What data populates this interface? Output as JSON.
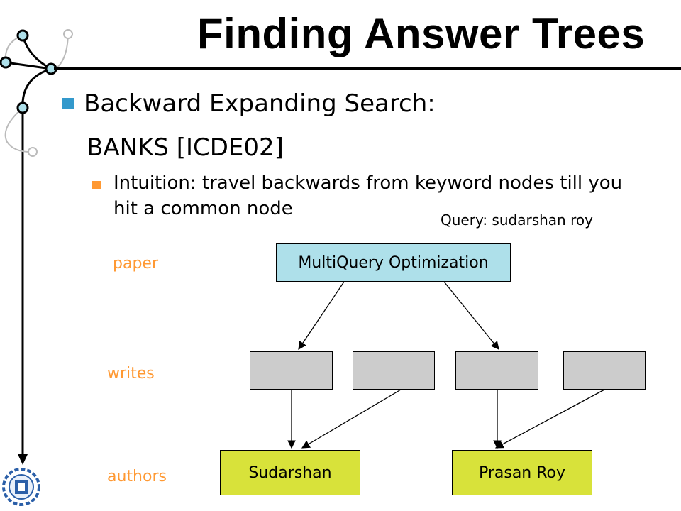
{
  "title": "Finding Answer Trees",
  "bullets": {
    "main_line1": "Backward Expanding Search:",
    "main_line2": "BANKS [ICDE02]",
    "sub": "Intuition: travel backwards from keyword nodes till you hit a common node"
  },
  "query": "Query: sudarshan roy",
  "levels": {
    "paper": "paper",
    "writes": "writes",
    "authors": "authors"
  },
  "nodes": {
    "paper": "MultiQuery Optimization",
    "author1": "Sudarshan",
    "author2": "Prasan Roy"
  },
  "colors": {
    "paper_node": "#aee0ea",
    "writes_node": "#cccccc",
    "author_node": "#d8e23a",
    "level_label": "#ff9933",
    "bullet_main": "#3399cc",
    "bullet_sub": "#ff9933"
  }
}
